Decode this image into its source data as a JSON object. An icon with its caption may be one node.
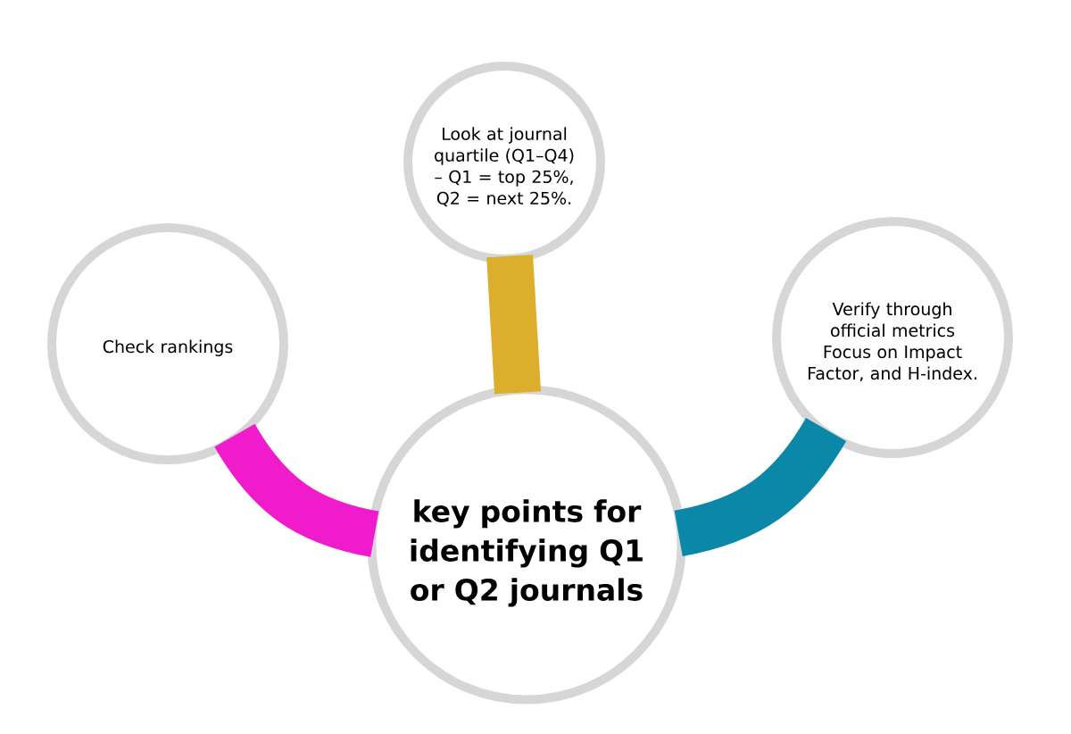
{
  "diagram": {
    "nodes": [
      {
        "text": [
          "Look at journal quartile (Q1–Q4) – Q1 = top 25%, Q2 = next 25%."
        ]
      },
      {
        "text": [
          "Check rankings"
        ]
      },
      {
        "text": [
          "Verify through official metrics Focus on Impact Factor, and H-index."
        ]
      },
      {
        "text": [
          "key points for identifying Q1 or Q2 journals"
        ]
      }
    ],
    "edges": [
      {
        "from": 3,
        "to": 0,
        "arrow": "none",
        "color": "#dcae2c"
      },
      {
        "from": 3,
        "to": 1,
        "arrow": "none",
        "color": "#f01ccc"
      },
      {
        "from": 3,
        "to": 2,
        "arrow": "none",
        "color": "#0b87a8"
      }
    ]
  }
}
